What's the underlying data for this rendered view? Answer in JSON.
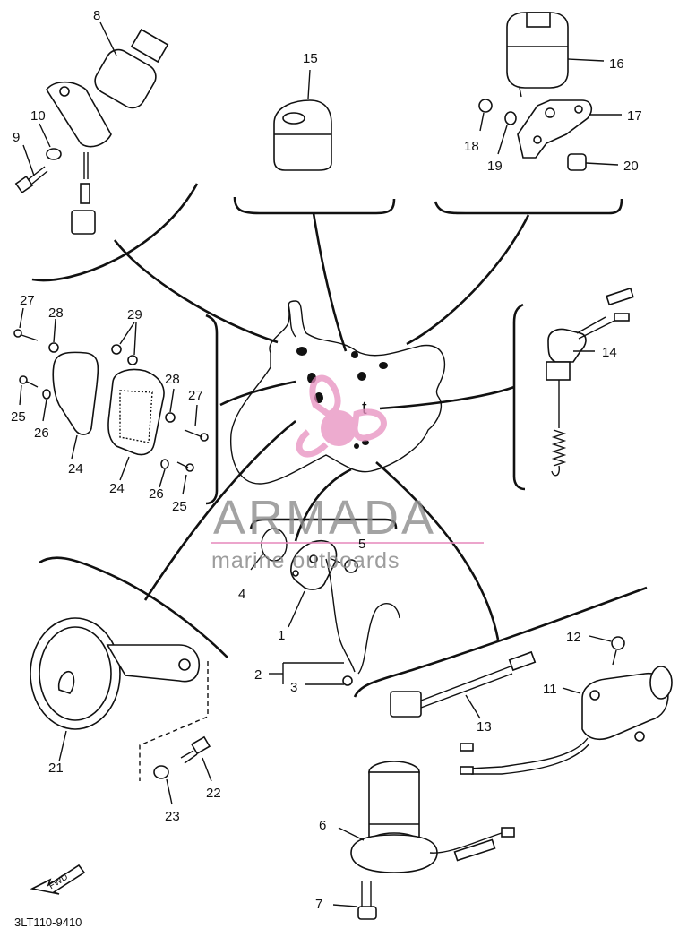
{
  "diagram_code": "3LT110-9410",
  "fwd_label": "FWD",
  "watermark": {
    "brand": "ARMADA",
    "tagline": "marine outboards",
    "accent_color": "#e88fc0",
    "text_color": "#8d8d8d"
  },
  "callouts": [
    "1",
    "2",
    "3",
    "4",
    "5",
    "6",
    "7",
    "8",
    "9",
    "10",
    "11",
    "12",
    "13",
    "14",
    "15",
    "16",
    "17",
    "18",
    "19",
    "20",
    "21",
    "22",
    "23",
    "24",
    "24",
    "25",
    "25",
    "26",
    "26",
    "27",
    "27",
    "28",
    "28",
    "29"
  ]
}
